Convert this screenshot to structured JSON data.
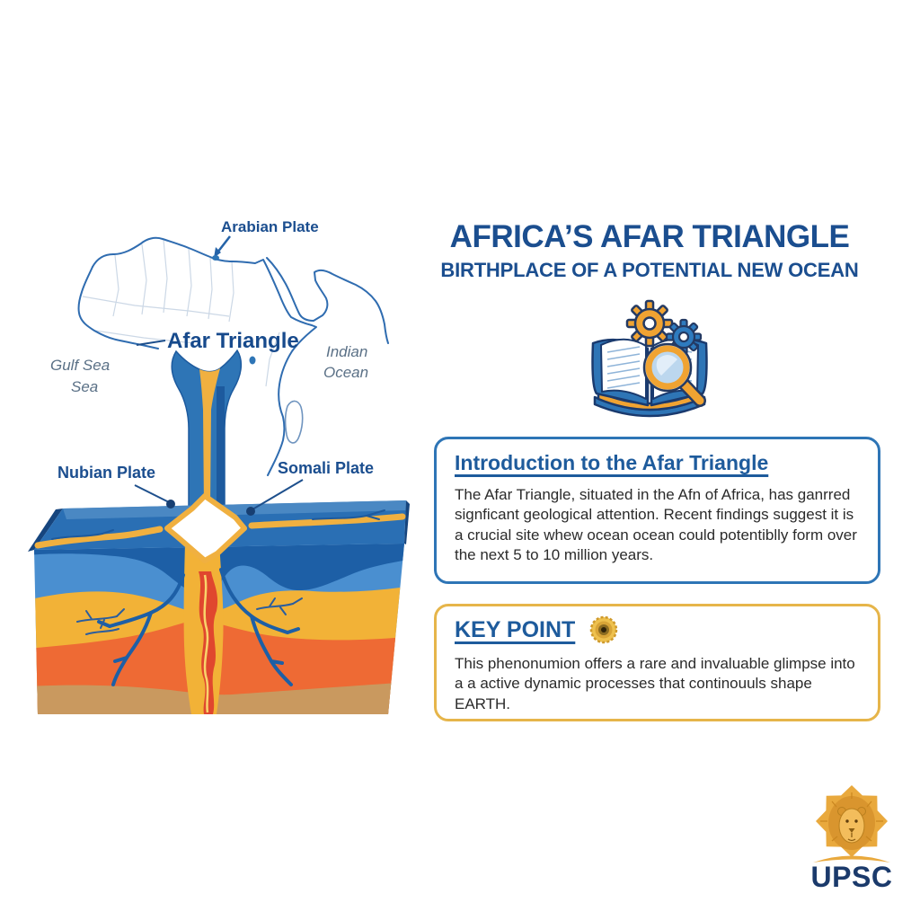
{
  "header": {
    "title": "AFRICA’S AFAR TRIANGLE",
    "subtitle": "BIRTHPLACE OF A POTENTIAL NEW OCEAN"
  },
  "map_labels": {
    "arabian_plate": "Arabian Plate",
    "afar_triangle": "Afar Triangle",
    "gulf_sea_1": "Gulf Sea",
    "gulf_sea_2": "Sea",
    "indian_ocean_1": "Indian",
    "indian_ocean_2": "Ocean",
    "nubian_plate": "Nubian Plate",
    "somali_plate": "Somali Plate"
  },
  "intro_card": {
    "heading": "Introduction to the Afar Triangle",
    "body": "The Afar Triangle, situated in the Afn of Africa, has ganrred signficant geological attention. Recent findings suggest it is a crucial site whew ocean ocean could potentiblly form over the next 5 to 10 million years."
  },
  "key_point_card": {
    "heading": "KEY POINT",
    "body": "This phenonumion offers a rare and invaluable glimpse into a a active dynamic processes that continouuls shape EARTH."
  },
  "logo": {
    "wordmark": "UPSC"
  },
  "icons": {
    "study_icon": "book-gears-magnifier-icon",
    "key_point_icon": "gold-medal-icon",
    "logo_icon": "lion-head-icon"
  },
  "colors": {
    "accent_blue": "#1b4e8f",
    "intro_border": "#2e75b6",
    "key_border": "#e6b54a",
    "map_coastline": "#2f6cb0",
    "rift_blue": "#2e75b6",
    "rift_amber": "#f0b040",
    "layer_dark_blue": "#1d5fa6",
    "layer_light_blue": "#4a8fd0",
    "layer_yellow": "#f2b237",
    "layer_orange": "#ee6a34",
    "layer_tan": "#c9995f",
    "magma_red": "#e0472e",
    "logo_gold": "#e9a93d",
    "logo_navy": "#1b3a6b",
    "body_text": "#2b2b2b",
    "sea_label": "#5a7086"
  }
}
